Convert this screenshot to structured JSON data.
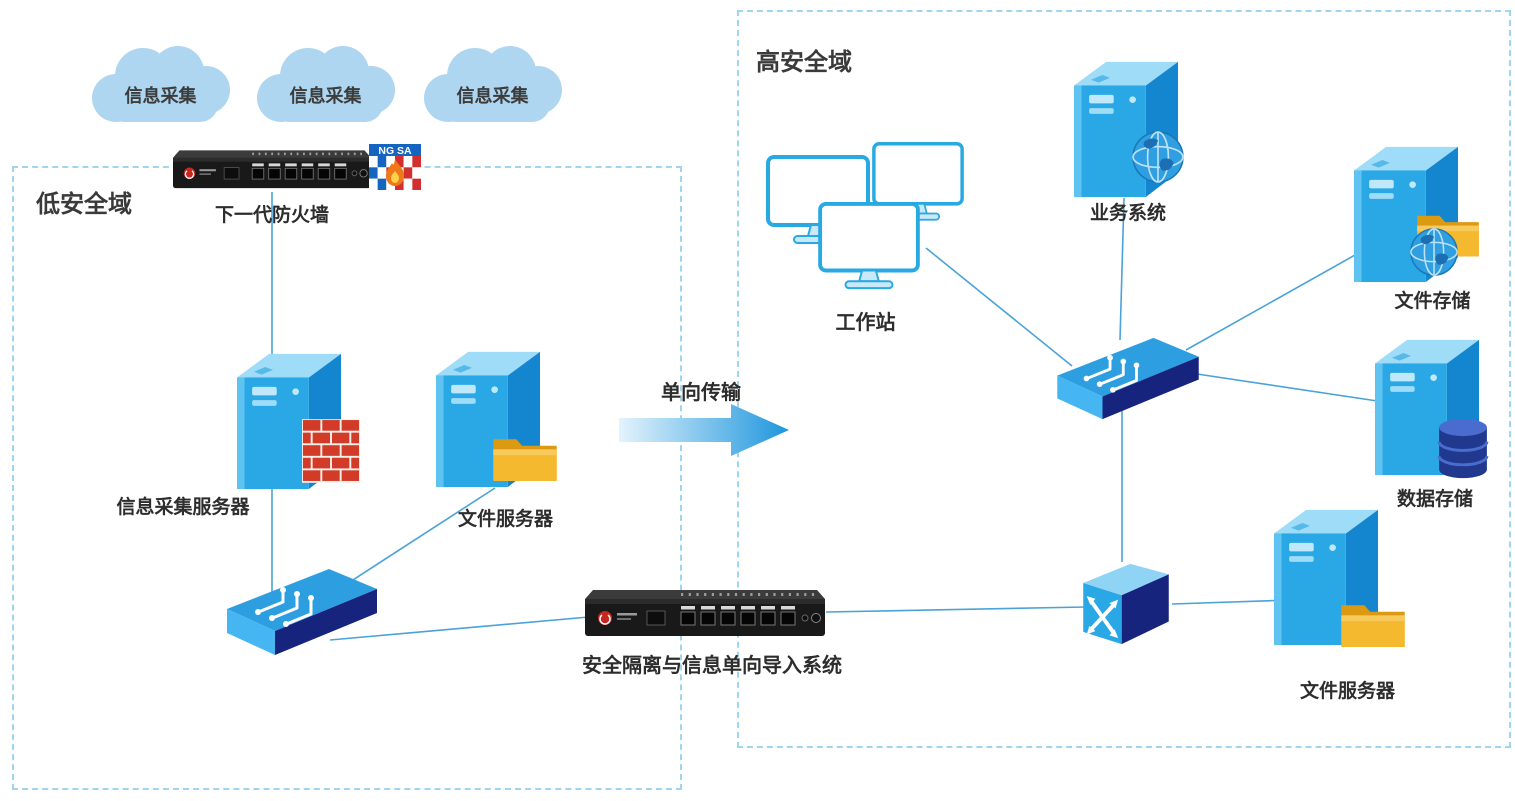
{
  "zones": {
    "low": {
      "title": "低安全域",
      "clouds": [
        {
          "label": "信息采集"
        },
        {
          "label": "信息采集"
        },
        {
          "label": "信息采集"
        }
      ],
      "firewall": {
        "label": "下一代防火墙",
        "badge": "NG SA"
      },
      "servers": {
        "collection": {
          "label": "信息采集服务器"
        },
        "file": {
          "label": "文件服务器"
        }
      }
    },
    "high": {
      "title": "高安全域",
      "workstation": {
        "label": "工作站"
      },
      "business": {
        "label": "业务系统"
      },
      "file_storage": {
        "label": "文件存储"
      },
      "data_storage": {
        "label": "数据存储"
      },
      "file_server": {
        "label": "文件服务器"
      }
    }
  },
  "transfer": {
    "direction_label": "单向传输",
    "gateway": {
      "label": "安全隔离与信息单向导入系统"
    }
  },
  "colors": {
    "device_blue": "#2aa7e5",
    "device_blue_light": "#9edcf8",
    "device_navy": "#16247e",
    "line_blue": "#4aa3d8",
    "zone_border": "#a0d5f0",
    "cloud_blue": "#aed6f0",
    "folder_orange": "#f5b930",
    "brick_red": "#d23b28",
    "rack_black": "#191919",
    "arrow_blue": "#1e96dd",
    "label_text": "#2d2d2d"
  },
  "icons": {
    "cloud-icon": "cloud shape",
    "server-icon": "isometric blue server tower",
    "switch-icon": "isometric switch with circuit traces",
    "router-icon": "isometric cube with crossed arrows",
    "folder-icon": "orange folder",
    "brick-wall-icon": "red brick wall",
    "database-icon": "navy cylinder stack",
    "globe-icon": "blue globe with grid",
    "monitor-icon": "blue-framed monitor",
    "flame-icon": "flame",
    "rack-appliance-icon": "black 1U network appliance"
  }
}
